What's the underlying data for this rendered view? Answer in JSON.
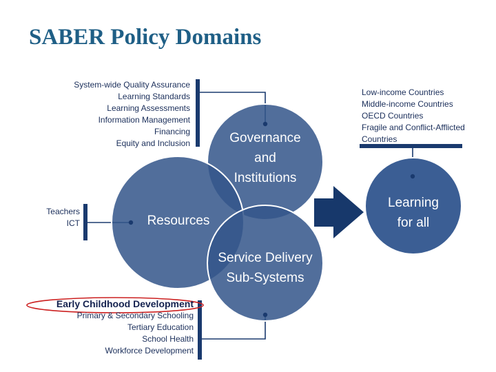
{
  "title": "SABER Policy Domains",
  "colors": {
    "circle_fill": "#34568b",
    "circle_stroke": "#ffffff",
    "bracket": "#1a3a6e",
    "arrow": "#17386b",
    "title": "#1f5f86",
    "text": "#1a2e5a",
    "highlight_ellipse": "#cc2020"
  },
  "nodes": {
    "governance": {
      "line1": "Governance",
      "line2": "and",
      "line3": "Institutions"
    },
    "resources": {
      "label": "Resources"
    },
    "service": {
      "line1": "Service Delivery",
      "line2": "Sub-Systems"
    },
    "learning": {
      "line1": "Learning",
      "line2": "for all"
    }
  },
  "lists": {
    "governance": [
      "System-wide Quality Assurance",
      "Learning Standards",
      "Learning Assessments",
      "Information Management",
      "Financing",
      "Equity and Inclusion"
    ],
    "resources": [
      "Teachers",
      "ICT"
    ],
    "service": {
      "highlight": "Early Childhood Development",
      "items": [
        "Primary & Secondary Schooling",
        "Tertiary Education",
        "School Health",
        "Workforce Development"
      ]
    },
    "learning": [
      "Low-income Countries",
      "Middle-income Countries",
      "OECD Countries",
      "Fragile and Conflict-Afflicted",
      "Countries"
    ]
  }
}
